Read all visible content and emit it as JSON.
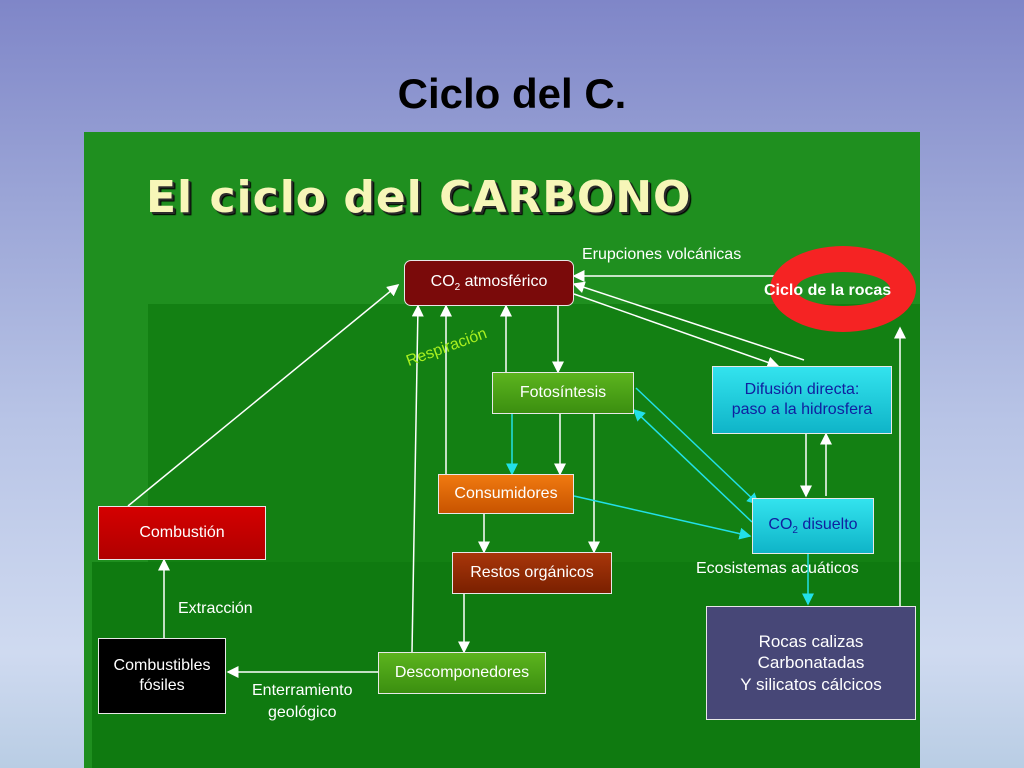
{
  "slide": {
    "title": "Ciclo del C."
  },
  "diagram": {
    "title": "El ciclo del CARBONO",
    "nodes": {
      "co2_atm_pre": "CO",
      "co2_atm_sub": "2",
      "co2_atm_post": " atmosférico",
      "fotosintesis": "Fotosíntesis",
      "consumidores": "Consumidores",
      "restos": "Restos orgánicos",
      "descomponedores": "Descomponedores",
      "combustion": "Combustión",
      "combustibles_line1": "Combustibles",
      "combustibles_line2": "fósiles",
      "difusion_line1": "Difusión directa:",
      "difusion_line2": "paso a la hidrosfera",
      "co2_dis_pre": "CO",
      "co2_dis_sub": "2",
      "co2_dis_post": " disuelto",
      "rocas_line1": "Rocas calizas",
      "rocas_line2": "Carbonatadas",
      "rocas_line3": "Y silicatos cálcicos",
      "ciclo_rocas": "Ciclo de la rocas"
    },
    "labels": {
      "erupciones": "Erupciones volcánicas",
      "respiracion": "Respiración",
      "extraccion": "Extracción",
      "enterramiento_line1": "Enterramiento",
      "enterramiento_line2": "geológico",
      "ecosistemas": "Ecosistemas acuáticos"
    },
    "colors": {
      "panel": "#1f8f1f",
      "arrow": "#ffffff",
      "arrow_cyan": "#22e0e8",
      "ring": "#f52323",
      "respiracion_text": "#a8f020"
    }
  }
}
